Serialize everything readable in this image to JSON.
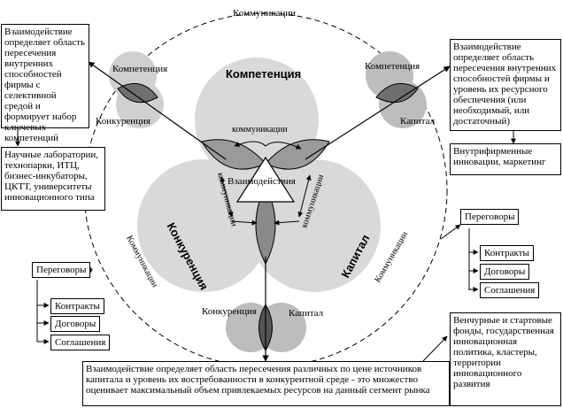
{
  "labels": {
    "communications_top": "Коммуникации",
    "communications_left": "Коммуникации",
    "communications_right": "Коммуникации",
    "circle_competence": "Компетенция",
    "circle_competition": "Конкуренция",
    "circle_capital": "Капитал",
    "center": "Взаимодействия",
    "inner_comm_top": "коммуникации",
    "inner_comm_left": "коммуникации",
    "inner_comm_right": "коммуникации",
    "tl_competence": "Компетенция",
    "tl_competition": "Конкуренция",
    "tr_competence": "Компетенция",
    "tr_capital": "Капитал",
    "b_competition": "Конкуренция",
    "b_capital": "Капитал"
  },
  "boxes": {
    "top_left": "Взаимодействие определяет область пересечения внутренних способностей фирмы с селективной средой и формирует набор ключевых компетенций",
    "left_mid": "Научные лаборатории, технопарки, ИТЦ, бизнес-инкубаторы, ЦКТТ, университеты инновационного типа",
    "top_right": "Взаимодействие определяет область пересечения внутренних способностей фирмы и уровень их ресурсного обеспечения (или необходимый, или достаточный)",
    "right_mid": "Внутрифирменные инновации, маркетинг",
    "bottom_right": "Венчурные и стартовые фонды, государственная инновационная политика, кластеры, территории инновационного развития",
    "bottom": "Взаимодействие определяет область пересечения различных по цене источников капитала и уровень их востребованности в конкурентной среде - это множество оценивает максимальный объем привлекаемых ресурсов на данный сегмент рынка"
  },
  "negotiations_left": {
    "title": "Переговоры",
    "items": [
      "Контракты",
      "Договоры",
      "Соглашения"
    ]
  },
  "negotiations_right": {
    "title": "Переговоры",
    "items": [
      "Контракты",
      "Договоры",
      "Соглашения"
    ]
  }
}
